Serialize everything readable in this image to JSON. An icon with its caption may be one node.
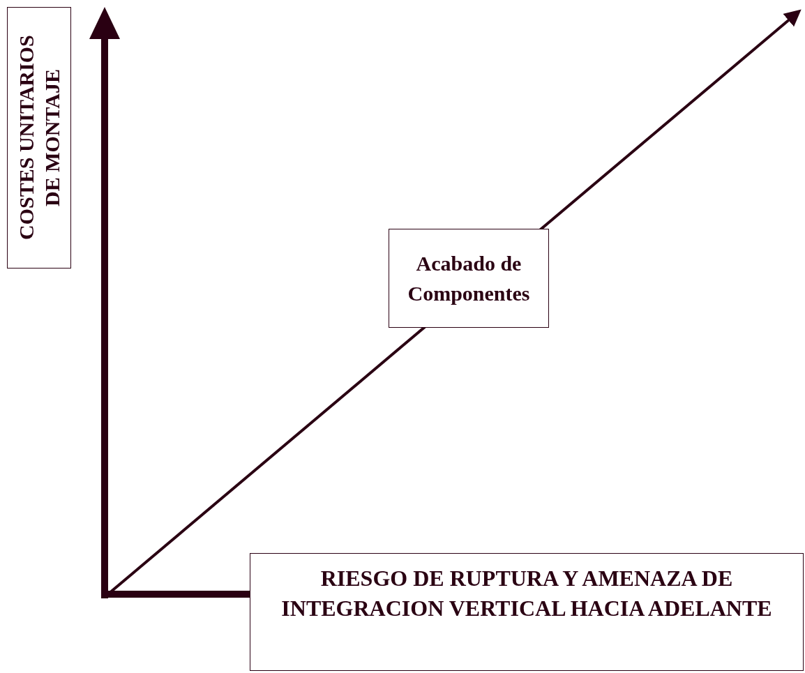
{
  "diagram": {
    "nodes": [
      {
        "text": [
          "COSTES UNITARIOS DE MONTAJE"
        ]
      },
      {
        "text": [
          "Acabado de Componentes"
        ]
      },
      {
        "text": [
          "RIESGO DE RUPTURA Y AMENAZA DE INTEGRACION VERTICAL HACIA ADELANTE"
        ]
      }
    ]
  }
}
